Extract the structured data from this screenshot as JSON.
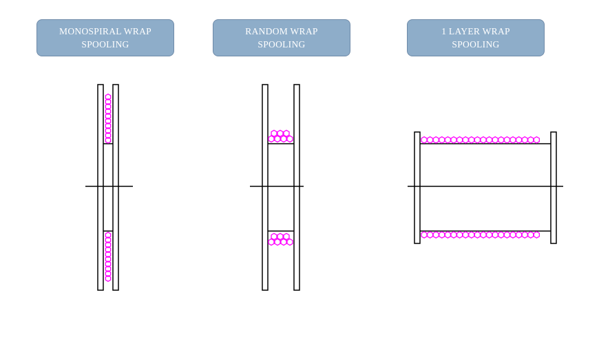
{
  "labels": {
    "monospiral": {
      "line1": "MONOSPIRAL WRAP",
      "line2": "SPOOLING"
    },
    "random": {
      "line1": "RANDOM  WRAP",
      "line2": "SPOOLING"
    },
    "one_layer": {
      "line1": "1  LAYER  WRAP",
      "line2": "SPOOLING"
    }
  },
  "colors": {
    "label_fill": "#8eadc9",
    "label_border": "#6e8aa8",
    "label_text": "#ffffff",
    "line": "#000000",
    "wire": "#ff00ff"
  }
}
